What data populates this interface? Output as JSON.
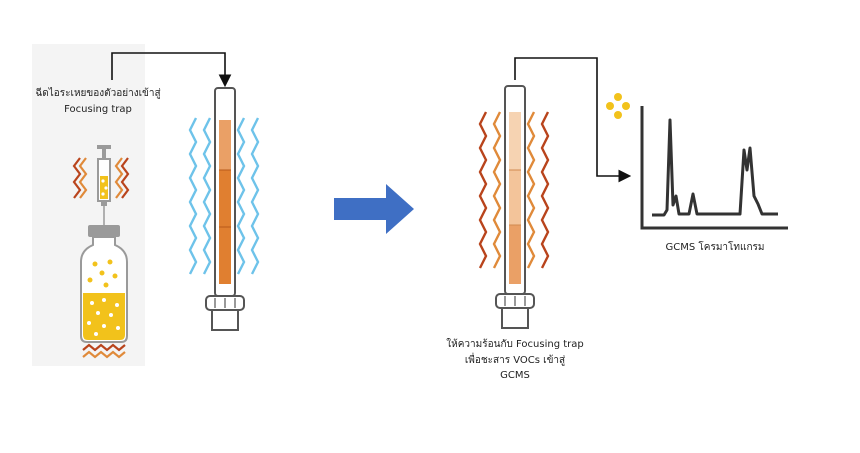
{
  "left_panel": {
    "inject_label_line1": "ฉีดไอระเหยของตัวอย่างเข้าสู่",
    "inject_label_line2": "Focusing trap"
  },
  "right_panel": {
    "heat_label_line1": "ให้ความร้อนกับ Focusing trap",
    "heat_label_line2": "เพื่อชะสาร VOCs เข้าสู่",
    "heat_label_line3": "GCMS",
    "chromatogram_label": "GCMS โครมาโทแกรม"
  },
  "colors": {
    "cold_wave": "#6ec3ea",
    "hot_wave_dark": "#b9441c",
    "hot_wave_light": "#e08a3a",
    "process_arrow": "#3f6fc4",
    "sample_liquid": "#f2c21b",
    "dots": "#f2c21b",
    "trap_fill": "#e07f30",
    "trap_fill_light": "#f3c49a"
  },
  "icons": [
    "syringe-icon",
    "vial-icon",
    "hot-plate-icon",
    "focusing-trap-icon",
    "cooling-wave-icon",
    "heating-wave-icon",
    "process-arrow-icon",
    "chromatogram-icon"
  ]
}
